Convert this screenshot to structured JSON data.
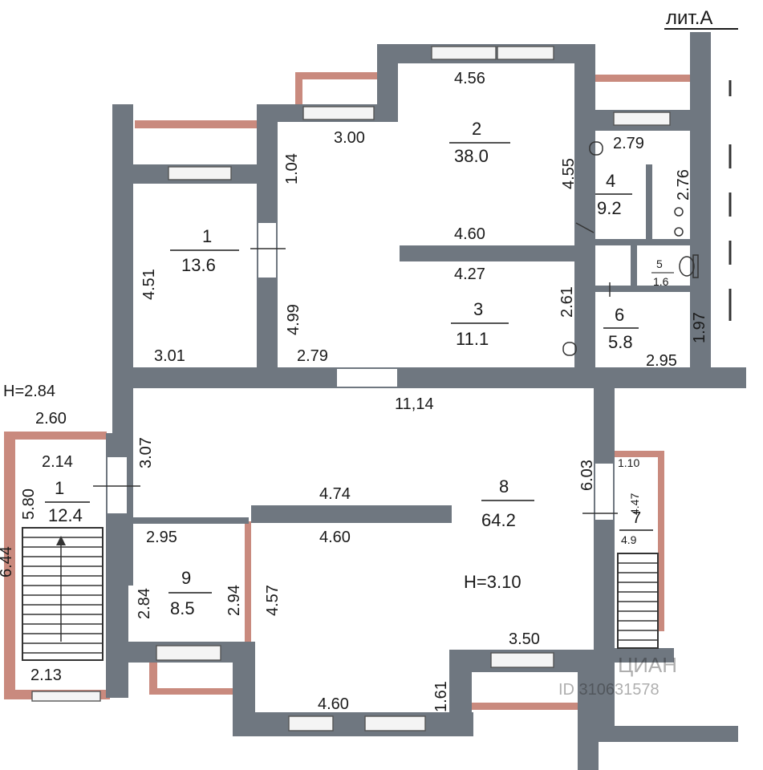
{
  "title": "лит.А",
  "heights": {
    "upper": "H=2.84",
    "lower": "H=3.10"
  },
  "overall_width": "11,14",
  "rooms": [
    {
      "id": "room-1-upper",
      "number": "1",
      "area": "13.6"
    },
    {
      "id": "room-2",
      "number": "2",
      "area": "38.0"
    },
    {
      "id": "room-3",
      "number": "3",
      "area": "11.1"
    },
    {
      "id": "room-4",
      "number": "4",
      "area": "9.2"
    },
    {
      "id": "room-5",
      "number": "5",
      "area": "1.6"
    },
    {
      "id": "room-6",
      "number": "6",
      "area": "5.8"
    },
    {
      "id": "room-1-stair",
      "number": "1",
      "area": "12.4"
    },
    {
      "id": "room-7",
      "number": "7",
      "area": "4.9"
    },
    {
      "id": "room-8",
      "number": "8",
      "area": "64.2"
    },
    {
      "id": "room-9",
      "number": "9",
      "area": "8.5"
    }
  ],
  "dimensions": {
    "d456": "4.56",
    "d300": "3.00",
    "d104": "1.04",
    "d455": "4.55",
    "d279a": "2.79",
    "d276": "2.76",
    "d460a": "4.60",
    "d427": "4.27",
    "d261": "2.61",
    "d451": "4.51",
    "d499": "4.99",
    "d301": "3.01",
    "d279b": "2.79",
    "d197": "1.97",
    "d295a": "2.95",
    "d260": "2.60",
    "d214": "2.14",
    "d580": "5.80",
    "d307": "3.07",
    "d474": "4.74",
    "d460b": "4.60",
    "d603": "6.03",
    "d110": "1.10",
    "d447": "4.47",
    "d295b": "2.95",
    "d284": "2.84",
    "d294": "2.94",
    "d457": "4.57",
    "d350": "3.50",
    "d161": "1.61",
    "d460c": "4.60",
    "d213": "2.13",
    "d644": "6.44"
  },
  "watermark": {
    "brand": "ЦИАН",
    "id": "ID 310631578"
  }
}
